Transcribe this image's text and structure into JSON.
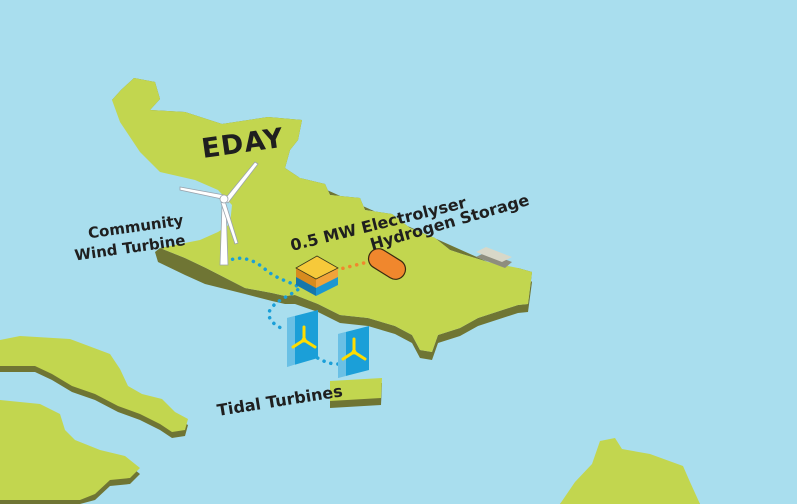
{
  "colors": {
    "sea": "#a9deee",
    "land_top": "#c2d64f",
    "land_side": "#6f7534",
    "cable_blue": "#1a9fd8",
    "cable_orange": "#f0872d",
    "electrolyser_top": "#f6c93a",
    "electrolyser_mid": "#f2a33a",
    "electrolyser_base": "#1b97d2",
    "storage_tank": "#f0872d",
    "tidal_panel": "#1b9fd8",
    "turbine_blades": "#ffdd00",
    "wind_turbine": "#ffffff"
  },
  "labels": {
    "island": "EDAY",
    "wind_line1": "Community",
    "wind_line2": "Wind Turbine",
    "electrolyser": "0.5 MW Electrolyser",
    "storage": "Hydrogen Storage",
    "tidal": "Tidal Turbines"
  },
  "icons": {
    "wind_turbine": "wind-turbine-icon",
    "electrolyser": "electrolyser-icon",
    "storage": "hydrogen-tank-icon",
    "tidal_turbine": "tidal-turbine-icon",
    "pier": "pier-icon"
  }
}
